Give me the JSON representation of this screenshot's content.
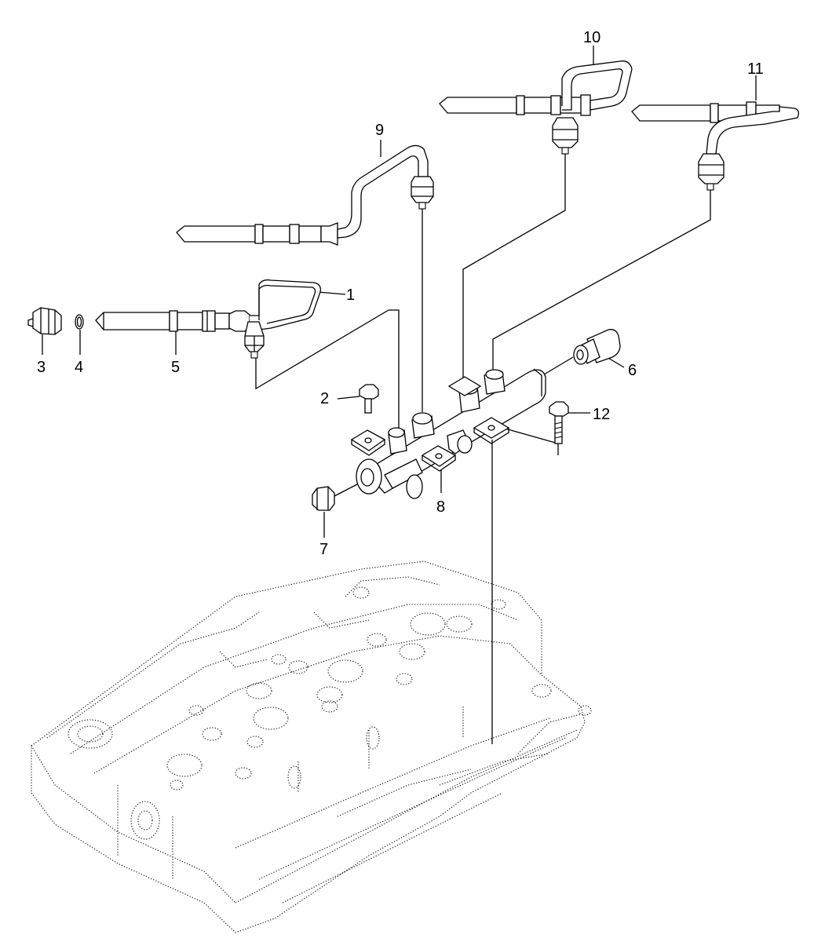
{
  "diagram": {
    "callouts": [
      {
        "id": "c1",
        "label": "1"
      },
      {
        "id": "c2",
        "label": "2"
      },
      {
        "id": "c3",
        "label": "3"
      },
      {
        "id": "c4",
        "label": "4"
      },
      {
        "id": "c5",
        "label": "5"
      },
      {
        "id": "c6",
        "label": "6"
      },
      {
        "id": "c7",
        "label": "7"
      },
      {
        "id": "c8",
        "label": "8"
      },
      {
        "id": "c9",
        "label": "9"
      },
      {
        "id": "c10",
        "label": "10"
      },
      {
        "id": "c11",
        "label": "11"
      },
      {
        "id": "c12",
        "label": "12"
      }
    ]
  }
}
